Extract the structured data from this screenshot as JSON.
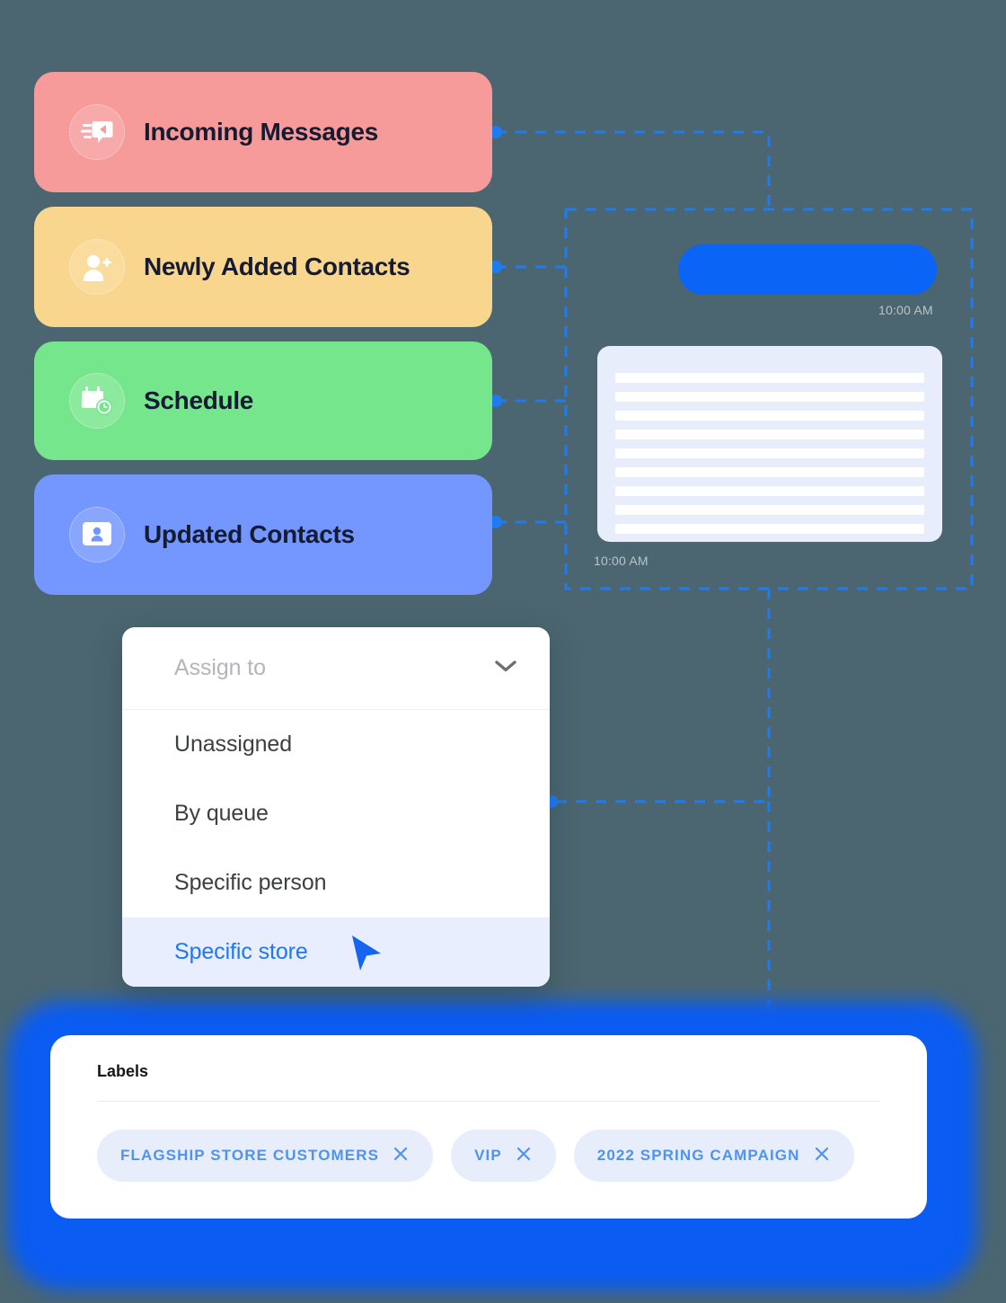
{
  "theme": {
    "background": "#4b6670",
    "accent_blue": "#0a64f5",
    "chip_blue": "#4f93ef",
    "connector_blue": "#1f7bf0"
  },
  "trigger_cards": [
    {
      "id": "incoming-messages",
      "label": "Incoming Messages",
      "color": "#f79a9a",
      "icon": "incoming-message-icon"
    },
    {
      "id": "newly-added-contacts",
      "label": "Newly Added Contacts",
      "color": "#f9d68d",
      "icon": "add-person-icon"
    },
    {
      "id": "schedule",
      "label": "Schedule",
      "color": "#76e68d",
      "icon": "calendar-clock-icon"
    },
    {
      "id": "updated-contacts",
      "label": "Updated Contacts",
      "color": "#7396ff",
      "icon": "contact-card-icon"
    }
  ],
  "conversation": {
    "sent_timestamp": "10:00 AM",
    "received_timestamp": "10:00 AM",
    "received_skeleton_lines": 9
  },
  "dropdown": {
    "placeholder": "Assign to",
    "chevron_icon": "chevron-down-icon",
    "cursor_icon": "cursor-arrow-icon",
    "options": [
      {
        "label": "Unassigned",
        "selected": false
      },
      {
        "label": "By queue",
        "selected": false
      },
      {
        "label": "Specific person",
        "selected": false
      },
      {
        "label": "Specific store",
        "selected": true
      }
    ]
  },
  "labels_panel": {
    "title": "Labels",
    "chips": [
      {
        "text": "FLAGSHIP STORE CUSTOMERS",
        "remove_icon": "close-icon"
      },
      {
        "text": "VIP",
        "remove_icon": "close-icon"
      },
      {
        "text": "2022 SPRING CAMPAIGN",
        "remove_icon": "close-icon"
      }
    ]
  }
}
